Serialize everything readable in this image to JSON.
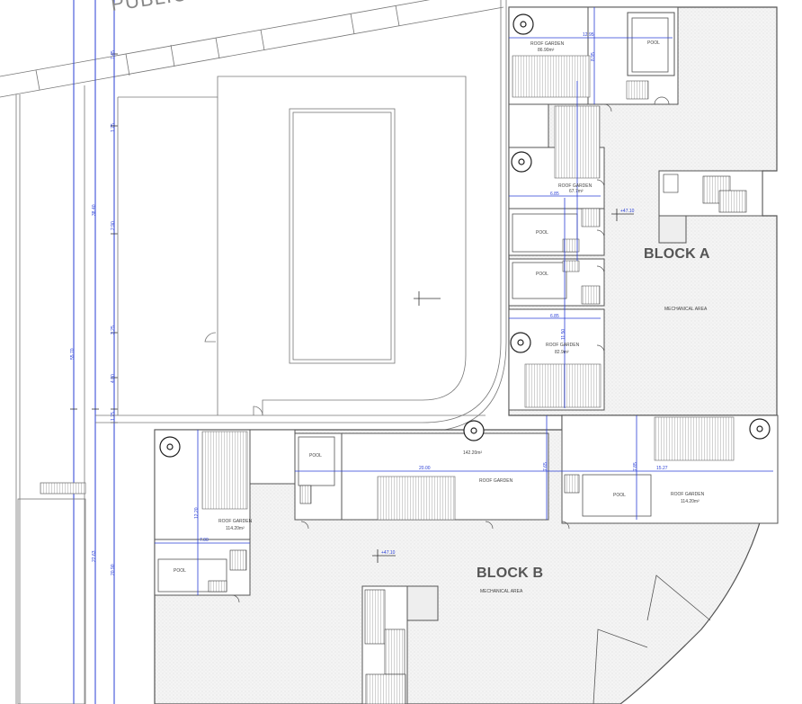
{
  "street": {
    "label": "PUBLIC"
  },
  "blocks": {
    "a": {
      "name": "BLOCK A",
      "area_label": "MECHANICAL AREA",
      "level": "+47.10"
    },
    "b": {
      "name": "BLOCK B",
      "area_label": "MECHANICAL AREA",
      "level": "+47.10"
    }
  },
  "rooms": [
    {
      "id": "rg1",
      "name": "ROOF GARDEN",
      "area": "86.90m²"
    },
    {
      "id": "rg2",
      "name": "ROOF GARDEN",
      "area": "67.7m²"
    },
    {
      "id": "rg3",
      "name": "ROOF GARDEN",
      "area": "82.9m²"
    },
    {
      "id": "rg4",
      "name": "",
      "area": "142.20m²"
    },
    {
      "id": "rg5",
      "name": "ROOF GARDEN",
      "area": ""
    },
    {
      "id": "rg6",
      "name": "ROOF GARDEN",
      "area": "114.20m²"
    },
    {
      "id": "rg7",
      "name": "ROOF GARDEN",
      "area": "114.20m²"
    }
  ],
  "pools": [
    "POOL",
    "POOL",
    "POOL",
    "POOL",
    "POOL",
    "POOL"
  ],
  "dimensions": {
    "d1": "12.95",
    "d2": "6.85",
    "d3": "6.85",
    "d4": "20.00",
    "d5": "15.27",
    "d6": "7.00",
    "v1": "8.95",
    "v2": "11.50",
    "v3": "7.65",
    "v4": "7.85",
    "v5": "12.20",
    "left1": "7.45",
    "left2": "1.75",
    "left3": "2.90",
    "left4": "3.25",
    "left5": "4.00",
    "left6": "1.75",
    "left7": "38.40",
    "left8": "22.63",
    "left9": "20.90",
    "left10": "55.70"
  },
  "colors": {
    "line": "#555555",
    "dimension": "#2a3fd6",
    "hatch": "#e8e8e8"
  }
}
